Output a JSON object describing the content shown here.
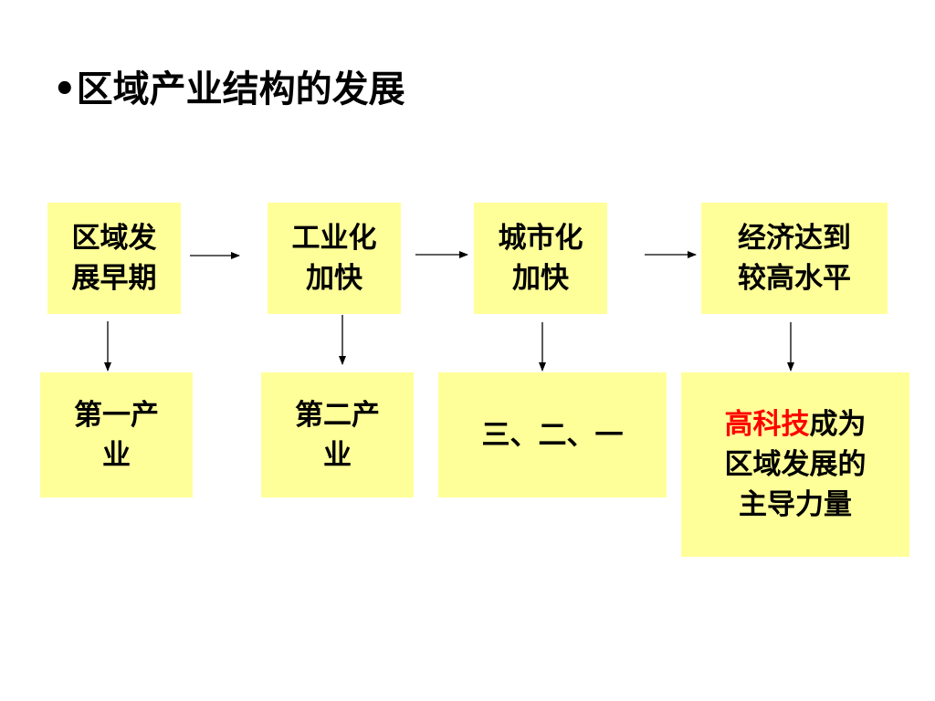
{
  "slide": {
    "title": "•区域产业结构的发展"
  },
  "stages": [
    {
      "line1": "区域发",
      "line2": "展早期"
    },
    {
      "line1": "工业化",
      "line2": "加快"
    },
    {
      "line1": "城市化",
      "line2": "加快"
    },
    {
      "line1": "经济达到",
      "line2": "较高水平"
    }
  ],
  "outcomes": [
    {
      "line1": "第一产",
      "line2": "业"
    },
    {
      "line1": "第二产",
      "line2": "业"
    },
    {
      "line1": "三、二、一"
    },
    {
      "highlight": "高科技",
      "line1_rest": "成为",
      "line2": "区域发展的",
      "line3": "主导力量"
    }
  ],
  "colors": {
    "box_fill": "#ffff99",
    "highlight_text": "#ff0000",
    "text": "#000000"
  }
}
